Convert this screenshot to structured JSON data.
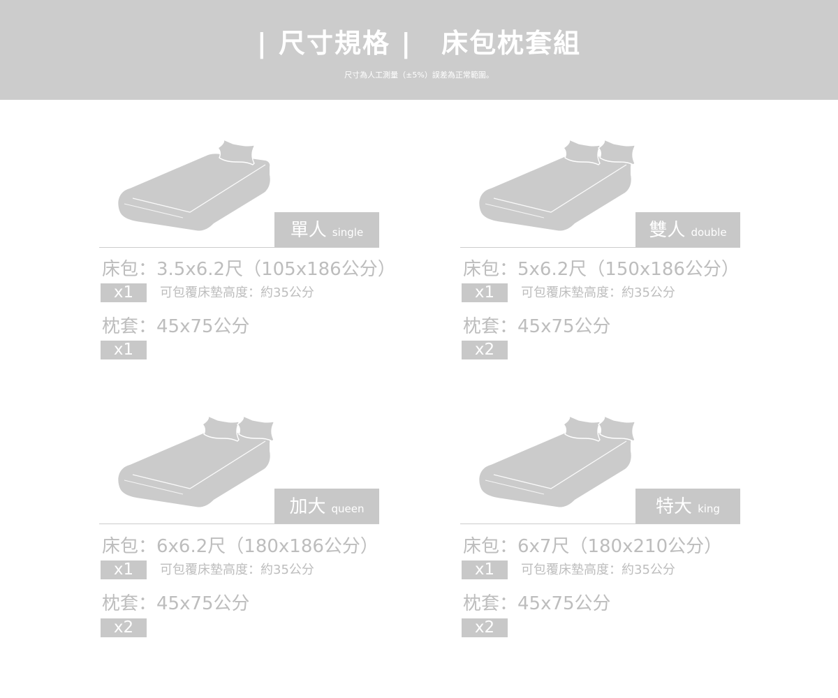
{
  "header": {
    "title_left": "| 尺寸規格 |",
    "title_right": "床包枕套組",
    "subtitle": "尺寸為人工測量（±5%）誤差為正常範圍。"
  },
  "colors": {
    "header_bg": "#cccccc",
    "tag_bg": "#c8c8c8",
    "bed_fill": "#cbcbcb",
    "text_gray": "#bdbdbd"
  },
  "cards": [
    {
      "label_zh": "單人",
      "label_en": "single",
      "pillow_count": 1,
      "bedsheet": "床包：3.5x6.2尺（105x186公分）",
      "bedsheet_qty": "x1",
      "note": "可包覆床墊高度：約35公分",
      "pillowcase": "枕套：45x75公分",
      "pillowcase_qty": "x1"
    },
    {
      "label_zh": "雙人",
      "label_en": "double",
      "pillow_count": 2,
      "bedsheet": "床包：5x6.2尺（150x186公分）",
      "bedsheet_qty": "x1",
      "note": "可包覆床墊高度：約35公分",
      "pillowcase": "枕套：45x75公分",
      "pillowcase_qty": "x2"
    },
    {
      "label_zh": "加大",
      "label_en": "queen",
      "pillow_count": 2,
      "bedsheet": "床包：6x6.2尺（180x186公分）",
      "bedsheet_qty": "x1",
      "note": "可包覆床墊高度：約35公分",
      "pillowcase": "枕套：45x75公分",
      "pillowcase_qty": "x2"
    },
    {
      "label_zh": "特大",
      "label_en": "king",
      "pillow_count": 2,
      "bedsheet": "床包：6x7尺（180x210公分）",
      "bedsheet_qty": "x1",
      "note": "可包覆床墊高度：約35公分",
      "pillowcase": "枕套：45x75公分",
      "pillowcase_qty": "x2"
    }
  ]
}
